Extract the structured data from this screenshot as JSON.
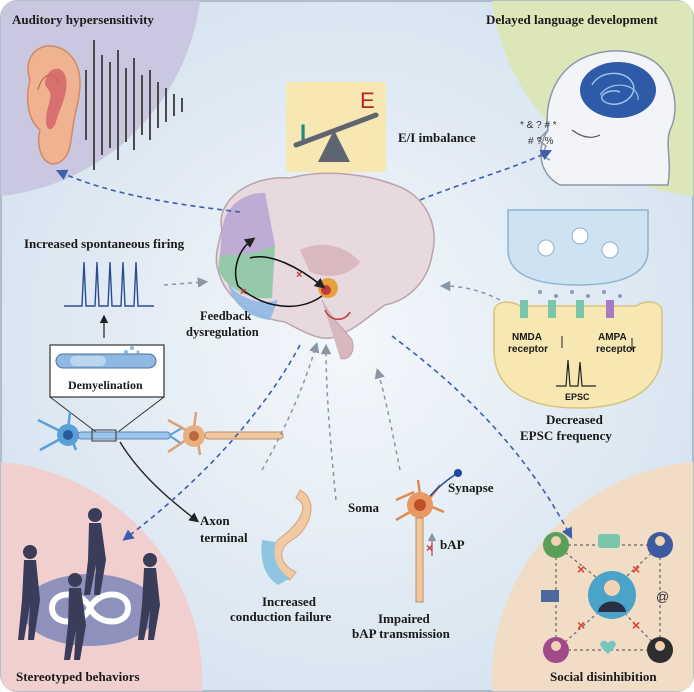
{
  "corners": {
    "top_left": "Auditory hypersensitivity",
    "top_right": "Delayed language development",
    "bottom_left": "Stereotyped behaviors",
    "bottom_right": "Social disinhibition"
  },
  "center": {
    "ei_label": "E/I imbalance",
    "letter_i": "I",
    "letter_e": "E"
  },
  "labels": {
    "spontaneous_firing": "Increased spontaneous firing",
    "demyelination": "Demyelination",
    "feedback_line1": "Feedback",
    "feedback_line2": "dysregulation",
    "axon_line1": "Axon",
    "axon_line2": "terminal",
    "conduction_line1": "Increased",
    "conduction_line2": "conduction failure",
    "soma": "Soma",
    "synapse": "Synapse",
    "bap": "bAP",
    "bap_line1": "Impaired",
    "bap_line2": "bAP transmission",
    "nmda_line1": "NMDA",
    "nmda_line2": "receptor",
    "ampa_line1": "AMPA",
    "ampa_line2": "receptor",
    "epsc": "EPSC",
    "epsc_line1": "Decreased",
    "epsc_line2": "EPSC frequency"
  },
  "colors": {
    "bg_center": "#dfe9f3",
    "corner_tl": "#c9c8e0",
    "corner_tr": "#dde6b8",
    "corner_bl": "#f2cfcf",
    "corner_br": "#f1dcc6",
    "arrow": "#3b5fae",
    "panel": "#f6e7b3",
    "ei_red": "#b3272d",
    "ei_teal": "#1e8a86"
  }
}
